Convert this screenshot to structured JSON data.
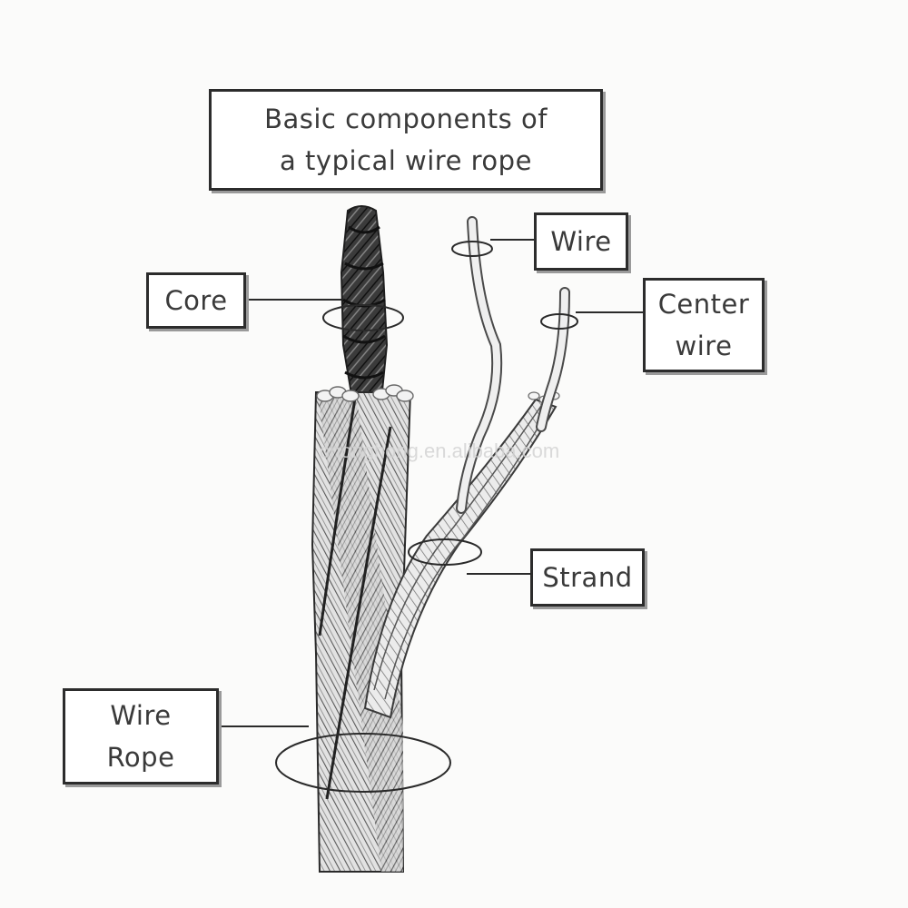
{
  "title": {
    "line1": "Basic components of",
    "line2": "a typical wire rope"
  },
  "labels": {
    "wire": "Wire",
    "core": "Core",
    "center_wire": {
      "line1": "Center",
      "line2": "wire"
    },
    "strand": "Strand",
    "wire_rope": {
      "line1": "Wire",
      "line2": "Rope"
    }
  },
  "watermark": "chonghong.en.alibaba.com",
  "colors": {
    "ink": "#2c2c2c",
    "text": "#3a3a3a",
    "rope_dark": "#3b3b3b",
    "rope_light": "#d8d8d8",
    "background": "#fbfbfa"
  }
}
